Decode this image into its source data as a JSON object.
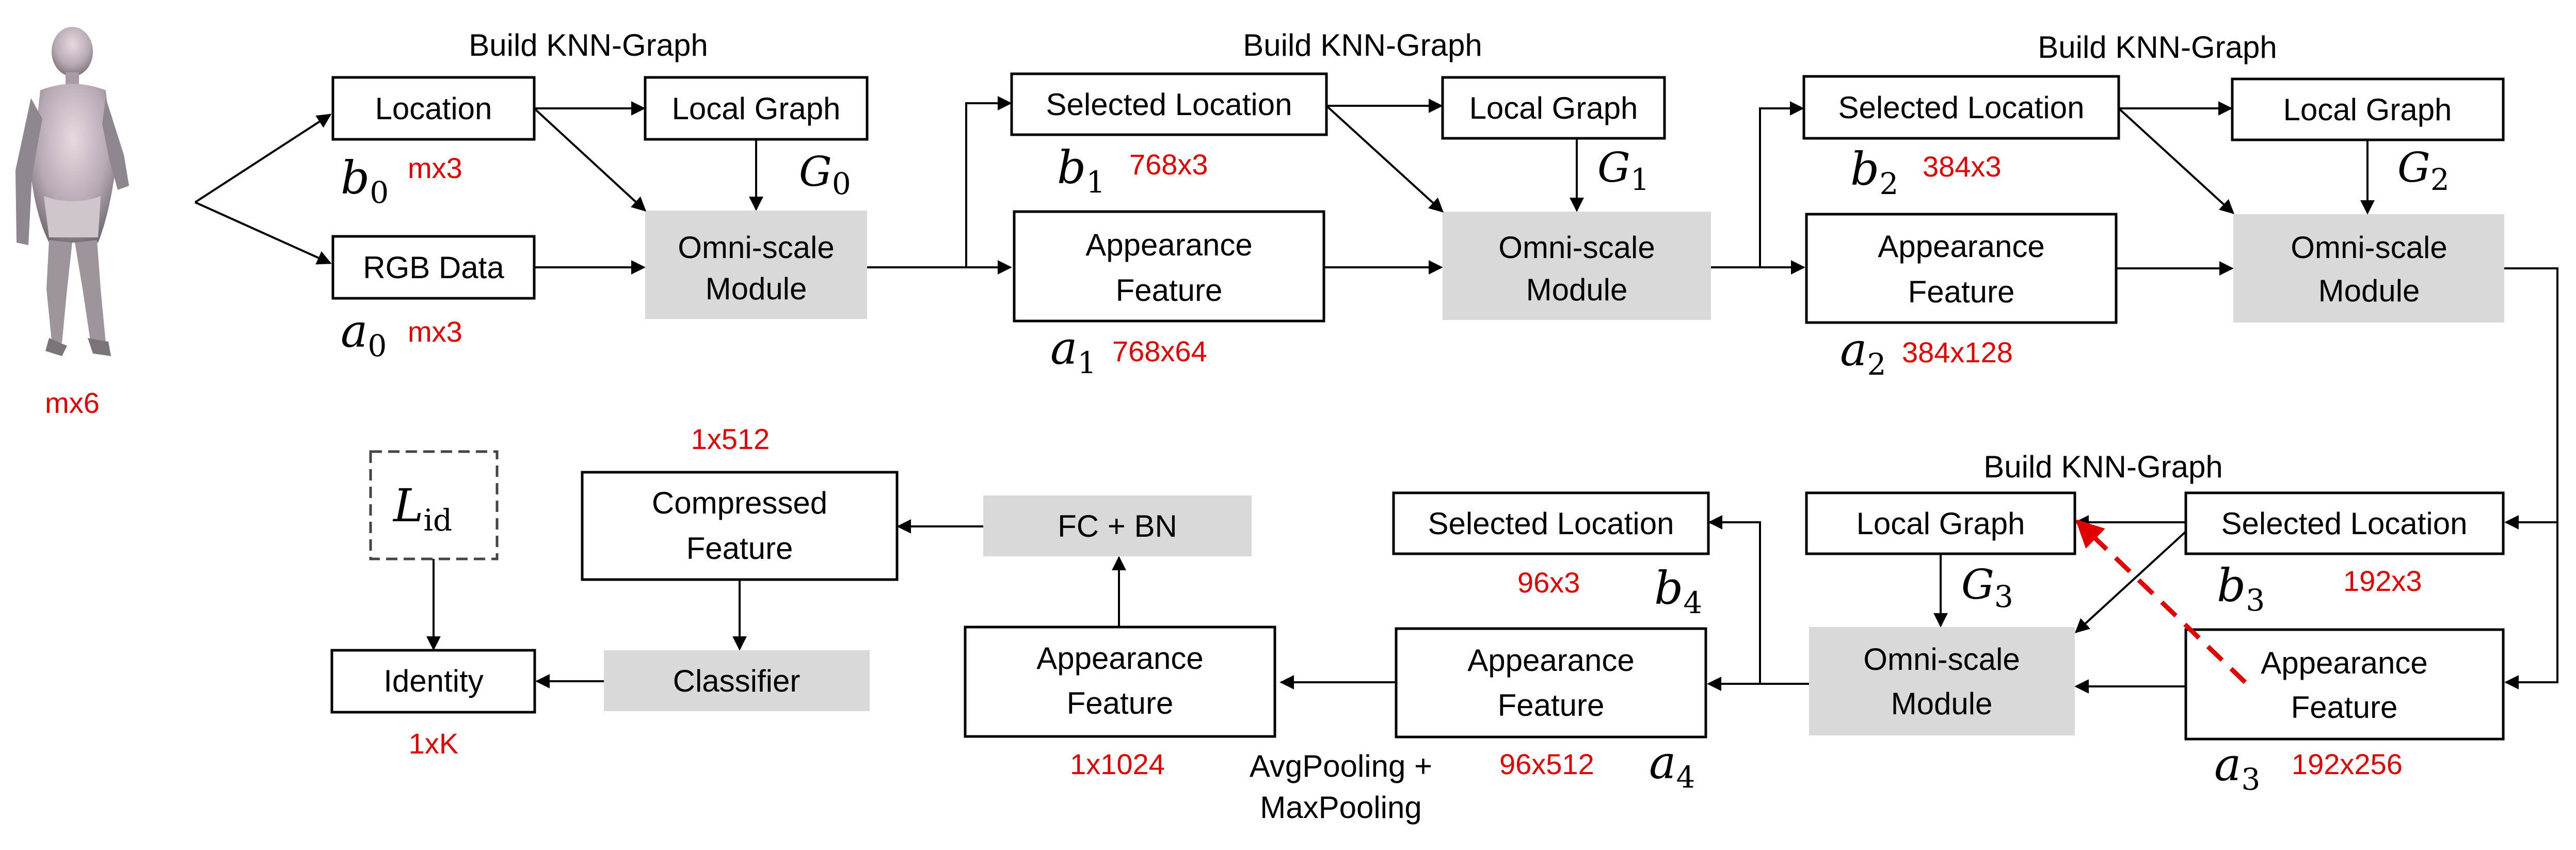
{
  "colors": {
    "accent_red": "#e00000",
    "module_gray": "#d9d9d9"
  },
  "input": {
    "icon": "human-pointcloud-figure",
    "dim": "mx6"
  },
  "stage0": {
    "title": "Build KNN-Graph",
    "location": "Location",
    "b_sym": "b",
    "b_sub": "0",
    "b_dim": "mx3",
    "rgb": "RGB Data",
    "a_sym": "a",
    "a_sub": "0",
    "a_dim": "mx3",
    "graph": "Local Graph",
    "g_sym": "G",
    "g_sub": "0",
    "module_l1": "Omni-scale",
    "module_l2": "Module"
  },
  "stage1": {
    "title": "Build KNN-Graph",
    "location": "Selected Location",
    "b_sym": "b",
    "b_sub": "1",
    "b_dim": "768x3",
    "feat_l1": "Appearance",
    "feat_l2": "Feature",
    "a_sym": "a",
    "a_sub": "1",
    "a_dim": "768x64",
    "graph": "Local Graph",
    "g_sym": "G",
    "g_sub": "1",
    "module_l1": "Omni-scale",
    "module_l2": "Module"
  },
  "stage2": {
    "title": "Build KNN-Graph",
    "location": "Selected Location",
    "b_sym": "b",
    "b_sub": "2",
    "b_dim": "384x3",
    "feat_l1": "Appearance",
    "feat_l2": "Feature",
    "a_sym": "a",
    "a_sub": "2",
    "a_dim": "384x128",
    "graph": "Local Graph",
    "g_sym": "G",
    "g_sub": "2",
    "module_l1": "Omni-scale",
    "module_l2": "Module"
  },
  "stage3": {
    "title": "Build KNN-Graph",
    "location": "Selected Location",
    "b_sym": "b",
    "b_sub": "3",
    "b_dim": "192x3",
    "feat_l1": "Appearance",
    "feat_l2": "Feature",
    "a_sym": "a",
    "a_sub": "3",
    "a_dim": "192x256",
    "graph": "Local Graph",
    "g_sym": "G",
    "g_sub": "3",
    "module_l1": "Omni-scale",
    "module_l2": "Module"
  },
  "stage4": {
    "location": "Selected Location",
    "b_sym": "b",
    "b_sub": "4",
    "b_dim": "96x3",
    "feat_l1": "Appearance",
    "feat_l2": "Feature",
    "a_sym": "a",
    "a_sub": "4",
    "a_dim": "96x512"
  },
  "pooling": {
    "label_l1": "AvgPooling +",
    "label_l2": "MaxPooling",
    "feat_l1": "Appearance",
    "feat_l2": "Feature",
    "dim": "1x1024"
  },
  "head": {
    "fcbn": "FC + BN",
    "compressed_l1": "Compressed",
    "compressed_l2": "Feature",
    "compressed_dim": "1x512",
    "classifier": "Classifier",
    "identity": "Identity",
    "identity_dim": "1xK",
    "loss_sym": "L",
    "loss_sub": "id"
  }
}
